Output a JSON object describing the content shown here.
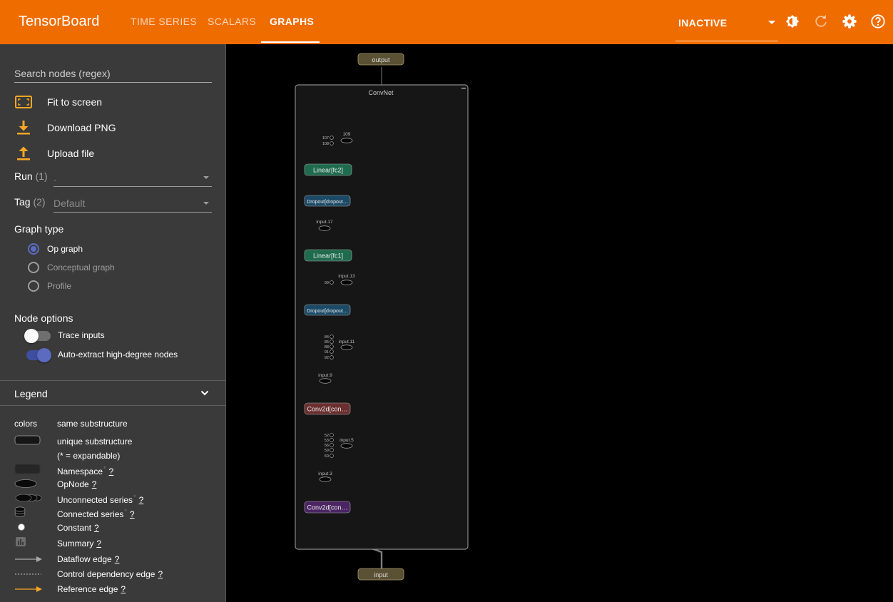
{
  "header": {
    "brand": "TensorBoard",
    "tabs": [
      {
        "label": "TIME SERIES",
        "active": false
      },
      {
        "label": "SCALARS",
        "active": false
      },
      {
        "label": "GRAPHS",
        "active": true
      }
    ],
    "run_status": "INACTIVE",
    "icons": [
      "brightness-icon",
      "refresh-icon",
      "settings-icon",
      "help-icon"
    ]
  },
  "sidebar": {
    "search_placeholder": "Search nodes (regex)",
    "actions": [
      {
        "label": "Fit to screen",
        "icon": "fit-screen-icon"
      },
      {
        "label": "Download PNG",
        "icon": "download-icon"
      },
      {
        "label": "Upload file",
        "icon": "upload-icon"
      }
    ],
    "run": {
      "label": "Run",
      "count": "(1)",
      "value": "."
    },
    "tag": {
      "label": "Tag",
      "count": "(2)",
      "value": "Default"
    },
    "graph_type": {
      "title": "Graph type",
      "options": [
        {
          "label": "Op graph",
          "selected": true
        },
        {
          "label": "Conceptual graph",
          "selected": false
        },
        {
          "label": "Profile",
          "selected": false
        }
      ]
    },
    "node_options": {
      "title": "Node options",
      "toggles": [
        {
          "label": "Trace inputs",
          "on": false
        },
        {
          "label": "Auto-extract high-degree nodes",
          "on": true
        }
      ]
    },
    "legend": {
      "title": "Legend",
      "colors_label": "colors",
      "same_substructure": "same substructure",
      "unique_substructure": "unique substructure",
      "expandable_note": "(* = expandable)",
      "items": [
        {
          "label": "Namespace",
          "star": "*",
          "help": "?"
        },
        {
          "label": "OpNode",
          "star": "",
          "help": "?"
        },
        {
          "label": "Unconnected series",
          "star": "*",
          "help": "?"
        },
        {
          "label": "Connected series",
          "star": "*",
          "help": "?"
        },
        {
          "label": "Constant",
          "star": "",
          "help": "?"
        },
        {
          "label": "Summary",
          "star": "",
          "help": "?"
        },
        {
          "label": "Dataflow edge",
          "star": "",
          "help": "?"
        },
        {
          "label": "Control dependency edge",
          "star": "",
          "help": "?"
        },
        {
          "label": "Reference edge",
          "star": "",
          "help": "?"
        }
      ]
    }
  },
  "graph": {
    "colors": {
      "linear": "#1e6b4e",
      "dropout": "#1b4a66",
      "conv_a": "#6a2f2f",
      "conv_b": "#4b2563",
      "io": "#5a5034"
    },
    "output_label": "output",
    "input_label": "input",
    "namespace_label": "ConvNet",
    "modules": [
      {
        "label": "Linear[fc2]",
        "kind": "linear"
      },
      {
        "label": "Dropout[dropout…",
        "kind": "dropout"
      },
      {
        "label": "Linear[fc1]",
        "kind": "linear"
      },
      {
        "label": "Dropout[dropout…",
        "kind": "dropout"
      },
      {
        "label": "Conv2d[con…",
        "kind": "conv_a"
      },
      {
        "label": "Conv2d[con…",
        "kind": "conv_b"
      }
    ],
    "ops": [
      "109",
      "input.17",
      "input.13",
      "input.11",
      "input.9",
      "input.5",
      "input.3"
    ],
    "constant_groups": [
      [
        "107",
        "108"
      ],
      [
        "99"
      ],
      [
        "84",
        "85",
        "88",
        "91",
        "92"
      ],
      [
        "52",
        "53",
        "56",
        "59",
        "60"
      ]
    ]
  }
}
